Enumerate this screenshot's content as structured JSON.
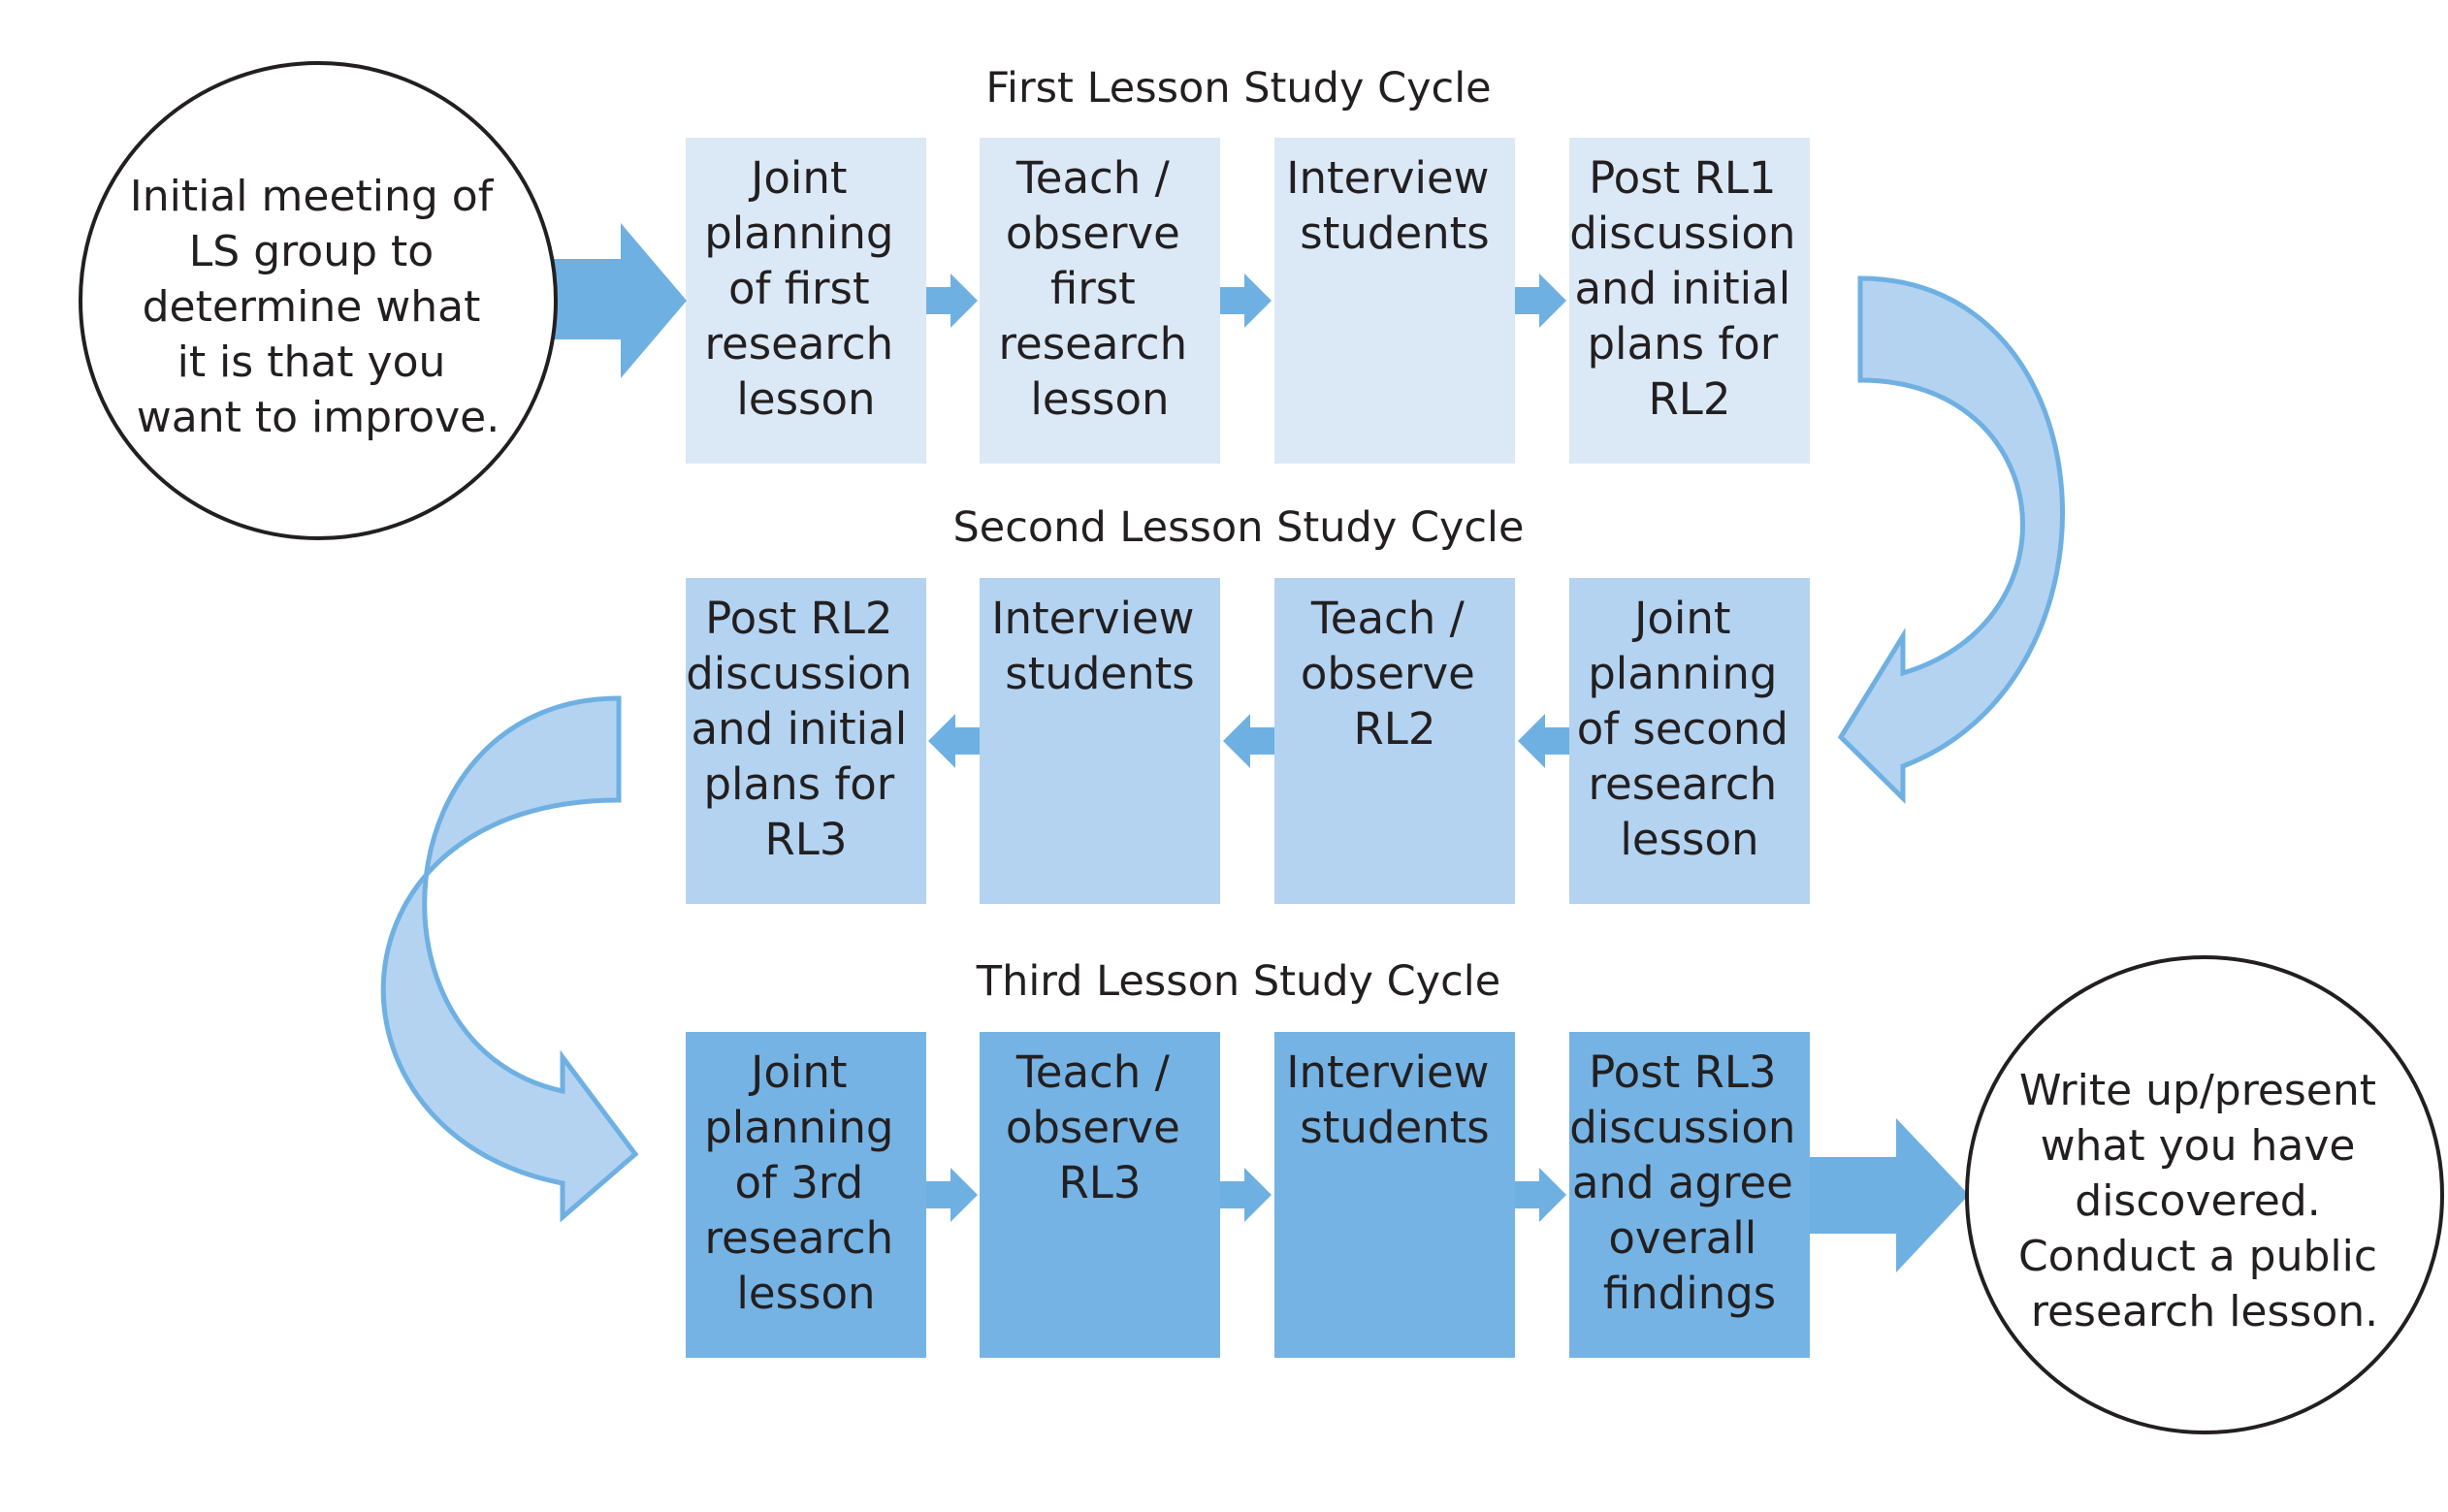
{
  "colors": {
    "row1_box": "#dbe9f7",
    "row2_box": "#b3d3f1",
    "row3_box": "#75b3e4",
    "arrow": "#6fb0e2",
    "curve_fill": "#b3d3f1",
    "curve_stroke": "#6fb0e2",
    "circle_stroke": "#231f20"
  },
  "start_circle": {
    "lines": [
      "Initial meeting of",
      "LS group to",
      "determine what",
      "it is that you",
      "want to improve."
    ]
  },
  "end_circle": {
    "lines": [
      "Write up/present",
      "what you have",
      "discovered.",
      "Conduct a public",
      "research lesson."
    ]
  },
  "cycles": [
    {
      "title": "First Lesson Study Cycle",
      "boxes": [
        {
          "lines": [
            "Joint",
            "planning",
            "of first",
            "research",
            "lesson"
          ]
        },
        {
          "lines": [
            "Teach /",
            "observe",
            "first",
            "research",
            "lesson"
          ]
        },
        {
          "lines": [
            "Interview",
            "students"
          ]
        },
        {
          "lines": [
            "Post RL1",
            "discussion",
            "and initial",
            "plans for",
            "RL2"
          ]
        }
      ]
    },
    {
      "title": "Second Lesson Study Cycle",
      "boxes": [
        {
          "lines": [
            "Post RL2",
            "discussion",
            "and initial",
            "plans for",
            "RL3"
          ]
        },
        {
          "lines": [
            "Interview",
            "students"
          ]
        },
        {
          "lines": [
            "Teach /",
            "observe",
            "RL2"
          ]
        },
        {
          "lines": [
            "Joint",
            "planning",
            "of second",
            "research",
            "lesson"
          ]
        }
      ]
    },
    {
      "title": "Third Lesson Study Cycle",
      "boxes": [
        {
          "lines": [
            "Joint",
            "planning",
            "of 3rd",
            "research",
            "lesson"
          ]
        },
        {
          "lines": [
            "Teach /",
            "observe",
            "RL3"
          ]
        },
        {
          "lines": [
            "Interview",
            "students"
          ]
        },
        {
          "lines": [
            "Post RL3",
            "discussion",
            "and agree",
            "overall",
            "findings"
          ]
        }
      ]
    }
  ]
}
